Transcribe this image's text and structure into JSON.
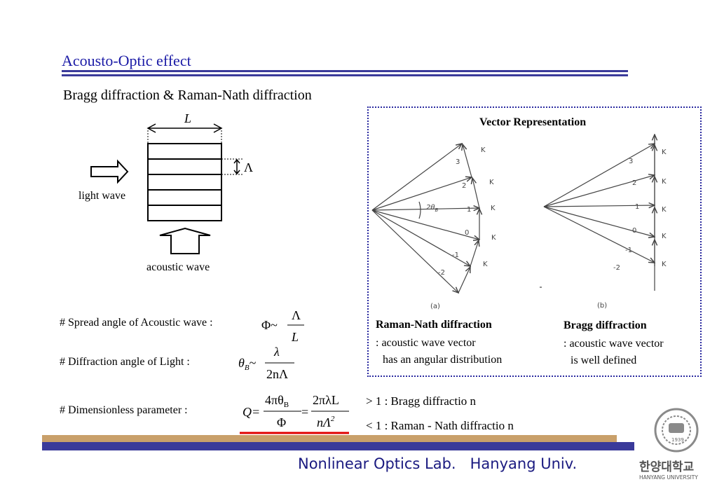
{
  "slide": {
    "title": "Acousto-Optic effect",
    "subtitle": "Bragg diffraction & Raman-Nath diffraction"
  },
  "diagram": {
    "length_label": "L",
    "wavelength_label": "Λ",
    "light_label": "light wave",
    "acoustic_label": "acoustic wave"
  },
  "equations": {
    "spread_label": "# Spread angle of Acoustic wave :",
    "spread_lhs": "Φ~",
    "spread_num": "Λ",
    "spread_den": "L",
    "diff_label": "# Diffraction angle of Light :",
    "diff_lhs": "θ",
    "diff_sub": "B",
    "diff_tilde": "~",
    "diff_num": "λ",
    "diff_den": "2nΛ",
    "dim_label": "# Dimensionless parameter :",
    "q_lhs": "Q=",
    "q_num1": "4πθ",
    "q_num1_sub": "B",
    "q_den1": "Φ",
    "q_eq": "=",
    "q_num2": "2πλL",
    "q_den2": "nΛ",
    "q_den2_sup": "2",
    "cond_gt": "> 1 : Bragg diffractio n",
    "cond_lt": "< 1 : Raman - Nath diffractio n"
  },
  "vector": {
    "title": "Vector Representation",
    "panel_a_label": "(a)",
    "panel_b_label": "(b)",
    "k_label": "K",
    "two_theta": "2θ",
    "two_theta_sub": "B",
    "orders": [
      "3",
      "2",
      "1",
      "0",
      "-1",
      "-2"
    ],
    "raman_title": "Raman-Nath diffraction",
    "raman_line1": ": acoustic wave vector",
    "raman_line2": "has an angular distribution",
    "bragg_title": "Bragg diffraction",
    "bragg_line1": ": acoustic wave vector",
    "bragg_line2": "is well defined"
  },
  "footer": {
    "lab": "Nonlinear Optics Lab.",
    "univ": "Hanyang Univ.",
    "logo_text_kr": "한양대학교",
    "logo_text_en": "HANYANG UNIVERSITY",
    "logo_year": "1939"
  },
  "colors": {
    "title": "#1a1aa6",
    "rule": "#3a3a9a",
    "bar_tan": "#c9a06a",
    "bar_navy": "#3a3a9a",
    "underline_red": "#e00000",
    "footer_text": "#1a1a80"
  }
}
